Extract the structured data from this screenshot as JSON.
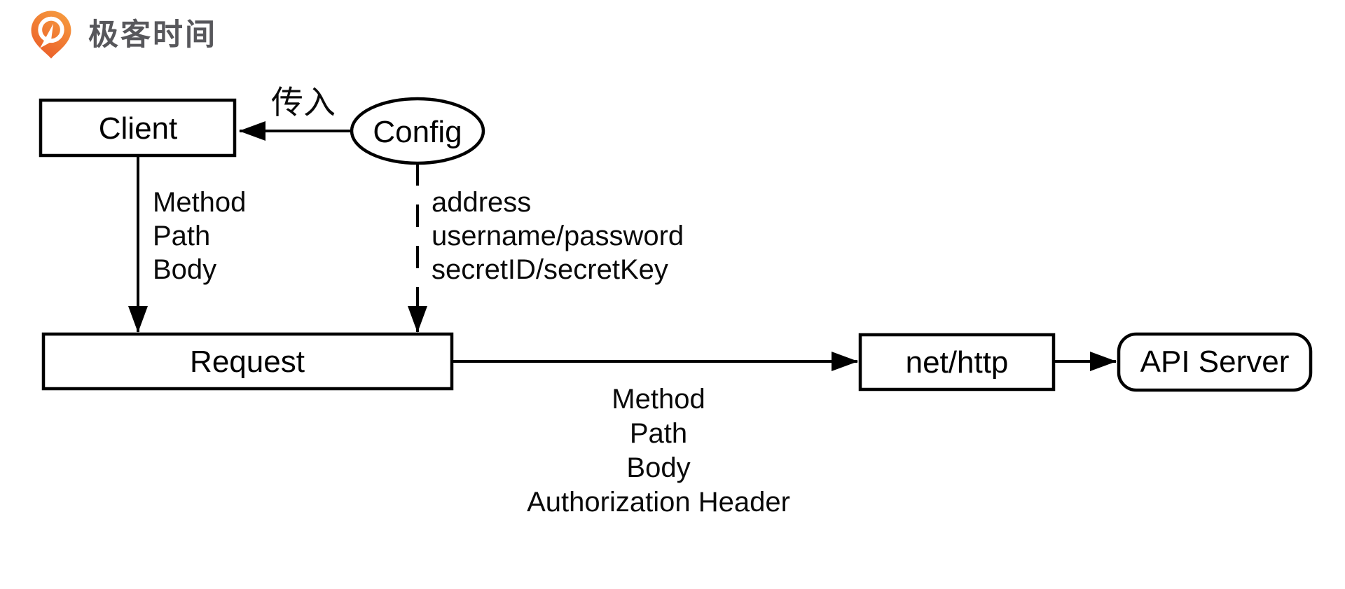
{
  "logo": {
    "brand_text": "极客时间",
    "icon": "geektime-pin-icon",
    "colors": {
      "orange_light": "#F69A3E",
      "orange_dark": "#EA5B28",
      "text_gray": "#57575B"
    }
  },
  "diagram": {
    "background": "#FFFFFF",
    "stroke_color": "#000000",
    "nodes": {
      "client": {
        "label": "Client",
        "shape": "rectangle"
      },
      "config": {
        "label": "Config",
        "shape": "ellipse"
      },
      "request": {
        "label": "Request",
        "shape": "rectangle"
      },
      "net_http": {
        "label": "net/http",
        "shape": "rectangle"
      },
      "api_server": {
        "label": "API Server",
        "shape": "rounded-rectangle"
      }
    },
    "edges": {
      "config_to_client": {
        "style": "solid",
        "label": "传入"
      },
      "client_to_request": {
        "style": "solid",
        "labels": [
          "Method",
          "Path",
          "Body"
        ]
      },
      "config_to_request": {
        "style": "dashed",
        "labels": [
          "address",
          "username/password",
          "secretID/secretKey"
        ]
      },
      "request_to_net_http": {
        "style": "solid",
        "labels": [
          "Method",
          "Path",
          "Body",
          "Authorization Header"
        ]
      },
      "net_http_to_api_server": {
        "style": "solid"
      }
    }
  }
}
